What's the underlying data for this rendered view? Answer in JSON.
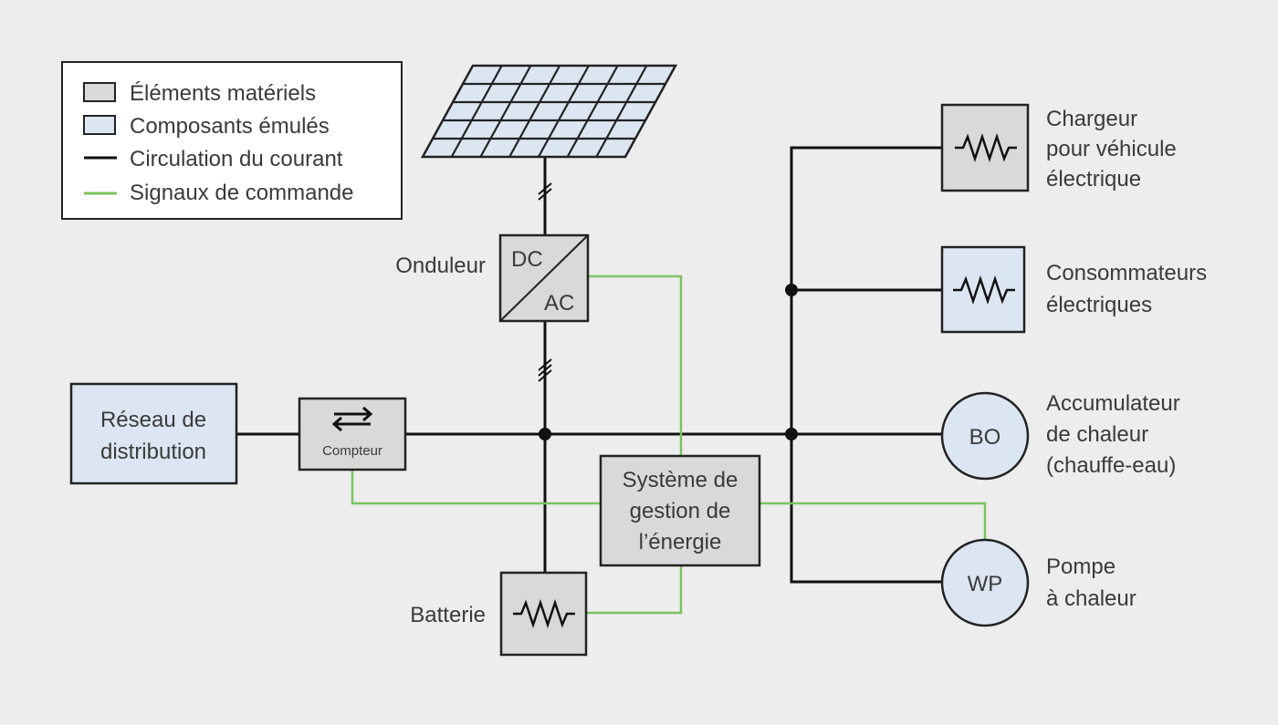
{
  "legend": {
    "items": [
      {
        "label": "Éléments matériels",
        "kind": "hardware-swatch",
        "color": "#d9d9d9"
      },
      {
        "label": "Composants émulés",
        "kind": "emulated-swatch",
        "color": "#dce6f2"
      },
      {
        "label": "Circulation du courant",
        "kind": "power-line",
        "color": "#111111"
      },
      {
        "label": "Signaux de commande",
        "kind": "signal-line",
        "color": "#7cc35f"
      }
    ]
  },
  "nodes": {
    "inverter": {
      "label": "Onduleur",
      "dc": "DC",
      "ac": "AC"
    },
    "grid": {
      "line1": "Réseau de",
      "line2": "distribution"
    },
    "meter": {
      "label": "Compteur",
      "icon": "bidirectional-arrows-icon"
    },
    "ems": {
      "line1": "Système de",
      "line2": "gestion de",
      "line3": "l’énergie"
    },
    "battery": {
      "label": "Batterie",
      "icon": "resistor-icon"
    },
    "ev_charger": {
      "line1": "Chargeur",
      "line2": "pour véhicule",
      "line3": "électrique",
      "icon": "resistor-icon"
    },
    "consumers": {
      "line1": "Consommateurs",
      "line2": "électriques",
      "icon": "resistor-icon"
    },
    "heat_storage": {
      "symbol": "BO",
      "line1": "Accumulateur",
      "line2": "de chaleur",
      "line3": "(chauffe-eau)"
    },
    "heat_pump": {
      "symbol": "WP",
      "line1": "Pompe",
      "line2": "à chaleur"
    },
    "pv_panel": {
      "icon": "solar-panel-icon"
    }
  },
  "colors": {
    "background": "#ededed",
    "hardware": "#d9d9d9",
    "emulated": "#dce6f2",
    "power": "#111111",
    "signal": "#7cc35f"
  }
}
